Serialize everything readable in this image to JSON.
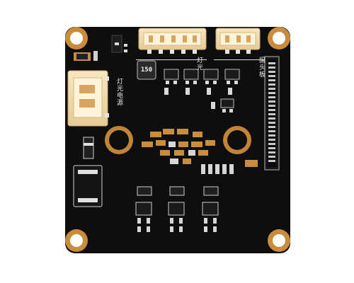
{
  "board": {
    "inductor_marking": "150",
    "silk_connector_1": "灯光电源",
    "silk_connector_2": "灯光",
    "silk_connector_3": "摄头板"
  },
  "colors": {
    "pcb": "#0f0f0f",
    "copper_pad": "#c88a3a",
    "pad_silver": "#d9d9d9",
    "connector_body": "#f1dcb2",
    "silkscreen": "#ececec"
  }
}
